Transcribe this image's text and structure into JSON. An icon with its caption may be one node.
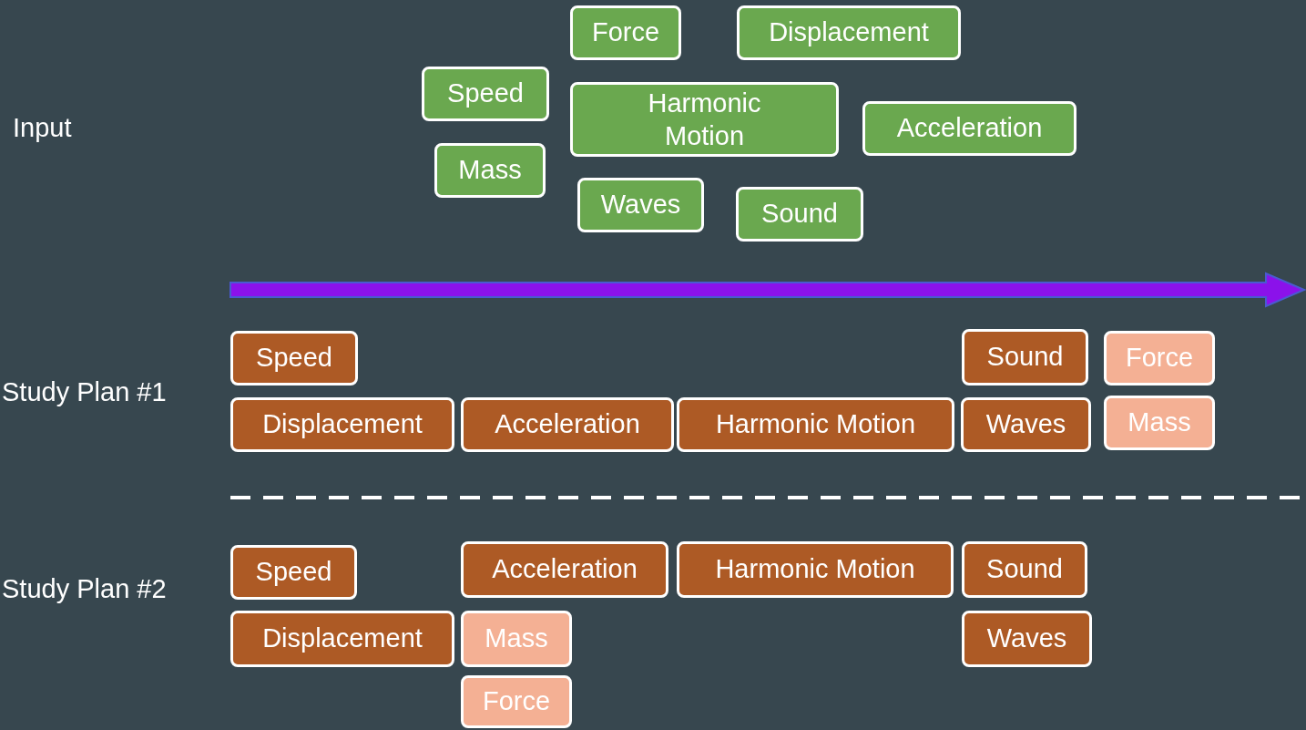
{
  "diagram": {
    "nodes": [
      {
        "text": [
          "Force"
        ]
      },
      {
        "text": [
          "Displacement"
        ]
      },
      {
        "text": [
          "Speed"
        ]
      },
      {
        "text": [
          "Harmonic Motion"
        ]
      },
      {
        "text": [
          "Acceleration"
        ]
      },
      {
        "text": [
          "Mass"
        ]
      },
      {
        "text": [
          "Waves"
        ]
      },
      {
        "text": [
          "Sound"
        ]
      },
      {
        "text": [
          "Speed"
        ]
      },
      {
        "text": [
          "Sound"
        ]
      },
      {
        "text": [
          "Force"
        ]
      },
      {
        "text": [
          "Displacement"
        ]
      },
      {
        "text": [
          "Acceleration"
        ]
      },
      {
        "text": [
          "Harmonic Motion"
        ]
      },
      {
        "text": [
          "Waves"
        ]
      },
      {
        "text": [
          "Mass"
        ]
      },
      {
        "text": [
          "Speed"
        ]
      },
      {
        "text": [
          "Acceleration"
        ]
      },
      {
        "text": [
          "Harmonic Motion"
        ]
      },
      {
        "text": [
          "Sound"
        ]
      },
      {
        "text": [
          "Displacement"
        ]
      },
      {
        "text": [
          "Mass"
        ]
      },
      {
        "text": [
          "Waves"
        ]
      },
      {
        "text": [
          "Force"
        ]
      }
    ],
    "edges": [],
    "labels": [
      "Input",
      "Study Plan #1",
      "Study Plan #2"
    ]
  }
}
